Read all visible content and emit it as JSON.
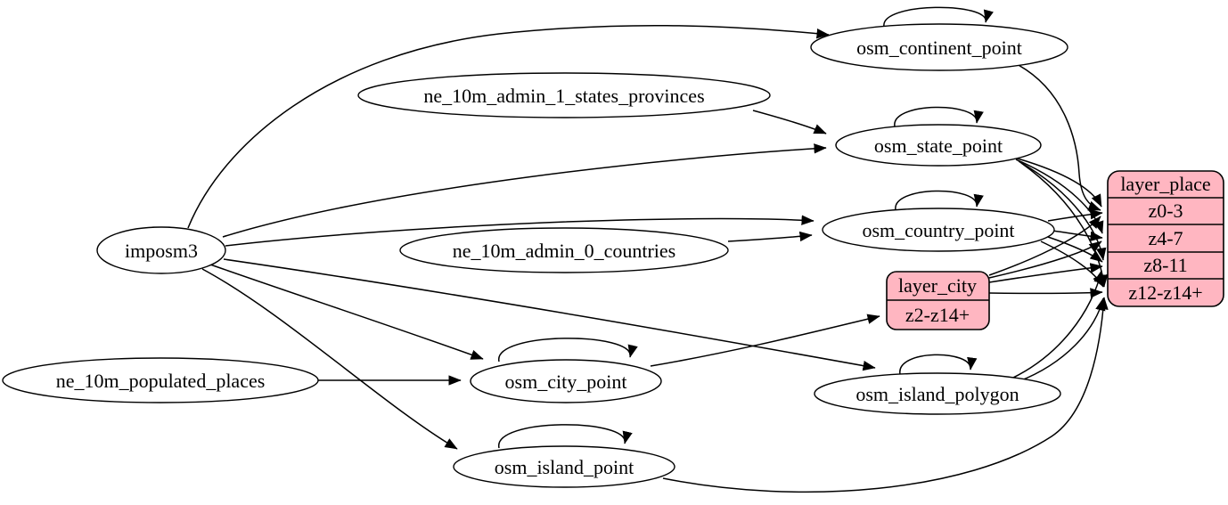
{
  "diagram": {
    "kind": "graphviz-etl-diagram",
    "subject": "place layer ETL"
  },
  "colors": {
    "record_fill": "#ffb6c1",
    "node_fill": "#ffffff",
    "stroke": "#000000",
    "background": "#ffffff"
  },
  "nodes": [
    {
      "id": "imposm3",
      "label": "imposm3",
      "shape": "ellipse"
    },
    {
      "id": "ne_10m_admin_1_states_provinces",
      "label": "ne_10m_admin_1_states_provinces",
      "shape": "ellipse"
    },
    {
      "id": "ne_10m_admin_0_countries",
      "label": "ne_10m_admin_0_countries",
      "shape": "ellipse"
    },
    {
      "id": "ne_10m_populated_places",
      "label": "ne_10m_populated_places",
      "shape": "ellipse"
    },
    {
      "id": "osm_continent_point",
      "label": "osm_continent_point",
      "shape": "ellipse"
    },
    {
      "id": "osm_state_point",
      "label": "osm_state_point",
      "shape": "ellipse"
    },
    {
      "id": "osm_country_point",
      "label": "osm_country_point",
      "shape": "ellipse"
    },
    {
      "id": "osm_city_point",
      "label": "osm_city_point",
      "shape": "ellipse"
    },
    {
      "id": "osm_island_polygon",
      "label": "osm_island_polygon",
      "shape": "ellipse"
    },
    {
      "id": "osm_island_point",
      "label": "osm_island_point",
      "shape": "ellipse"
    },
    {
      "id": "layer_city",
      "label": "layer_city",
      "shape": "record",
      "rows": [
        "z2-z14+"
      ]
    },
    {
      "id": "layer_place",
      "label": "layer_place",
      "shape": "record",
      "rows": [
        "z0-3",
        "z4-7",
        "z8-11",
        "z12-z14+"
      ]
    }
  ],
  "edges": [
    {
      "from": "imposm3",
      "to": "osm_continent_point"
    },
    {
      "from": "imposm3",
      "to": "osm_state_point"
    },
    {
      "from": "imposm3",
      "to": "osm_country_point"
    },
    {
      "from": "imposm3",
      "to": "osm_city_point"
    },
    {
      "from": "imposm3",
      "to": "osm_island_polygon"
    },
    {
      "from": "imposm3",
      "to": "osm_island_point"
    },
    {
      "from": "ne_10m_admin_1_states_provinces",
      "to": "osm_state_point"
    },
    {
      "from": "ne_10m_admin_0_countries",
      "to": "osm_country_point"
    },
    {
      "from": "ne_10m_populated_places",
      "to": "osm_city_point"
    },
    {
      "from": "osm_continent_point",
      "to": "osm_continent_point"
    },
    {
      "from": "osm_state_point",
      "to": "osm_state_point"
    },
    {
      "from": "osm_country_point",
      "to": "osm_country_point"
    },
    {
      "from": "osm_city_point",
      "to": "osm_city_point"
    },
    {
      "from": "osm_island_polygon",
      "to": "osm_island_polygon"
    },
    {
      "from": "osm_island_point",
      "to": "osm_island_point"
    },
    {
      "from": "osm_city_point",
      "to": "layer_city:z2-z14+"
    },
    {
      "from": "osm_continent_point",
      "to": "layer_place:z0-3"
    },
    {
      "from": "osm_state_point",
      "to": "layer_place:z0-3"
    },
    {
      "from": "osm_state_point",
      "to": "layer_place:z4-7"
    },
    {
      "from": "osm_state_point",
      "to": "layer_place:z8-11"
    },
    {
      "from": "osm_state_point",
      "to": "layer_place:z12-z14+"
    },
    {
      "from": "osm_country_point",
      "to": "layer_place:z0-3"
    },
    {
      "from": "osm_country_point",
      "to": "layer_place:z4-7"
    },
    {
      "from": "osm_country_point",
      "to": "layer_place:z8-11"
    },
    {
      "from": "osm_country_point",
      "to": "layer_place:z12-z14+"
    },
    {
      "from": "layer_city",
      "to": "layer_place:z0-3"
    },
    {
      "from": "layer_city",
      "to": "layer_place:z4-7"
    },
    {
      "from": "layer_city",
      "to": "layer_place:z8-11"
    },
    {
      "from": "layer_city",
      "to": "layer_place:z12-z14+"
    },
    {
      "from": "osm_island_polygon",
      "to": "layer_place:z8-11"
    },
    {
      "from": "osm_island_polygon",
      "to": "layer_place:z12-z14+"
    },
    {
      "from": "osm_island_point",
      "to": "layer_place:z12-z14+"
    }
  ]
}
